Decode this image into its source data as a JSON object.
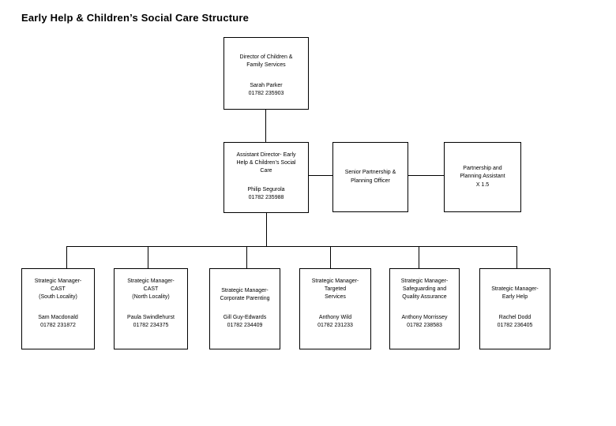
{
  "page_title": "Early Help & Children’s Social Care Structure",
  "colors": {
    "background": "#ffffff",
    "line": "#000000",
    "text": "#000000"
  },
  "chart": {
    "type": "org-chart",
    "nodes": {
      "director": {
        "title": "Director of Children &\nFamily Services",
        "name": "Sarah Parker",
        "phone": "01782 235903"
      },
      "assistant_director": {
        "title": "Assistant Director- Early\nHelp & Children’s Social\nCare",
        "name": "Philip Segurola",
        "phone": "01782 235988"
      },
      "senior_partnership_officer": {
        "title": "Senior Partnership &\nPlanning Officer"
      },
      "partnership_assistant": {
        "title": "Partnership and\nPlanning Assistant",
        "note": "X 1.5"
      },
      "sm_cast_south": {
        "title": "Strategic Manager-\nCAST\n(South Locality)",
        "name": "Sam Macdonald",
        "phone": "01782 231872"
      },
      "sm_cast_north": {
        "title": "Strategic Manager-\nCAST\n(North Locality)",
        "name": "Paula Swindlehurst",
        "phone": "01782 234375"
      },
      "sm_corporate_parenting": {
        "title": "Strategic Manager-\nCorporate Parenting",
        "name": "Gill Guy-Edwards",
        "phone": "01782 234409"
      },
      "sm_targeted_services": {
        "title": "Strategic Manager-\nTargeted\nServices",
        "name": "Anthony Wild",
        "phone": "01782 231233"
      },
      "sm_safeguarding_qa": {
        "title": "Strategic Manager-\nSafeguarding and\nQuality Assurance",
        "name": "Anthony Morrissey",
        "phone": "01782 238583"
      },
      "sm_early_help": {
        "title": "Strategic Manager-\nEarly Help",
        "name": "Rachel Dodd",
        "phone": "01782 236405"
      }
    }
  }
}
